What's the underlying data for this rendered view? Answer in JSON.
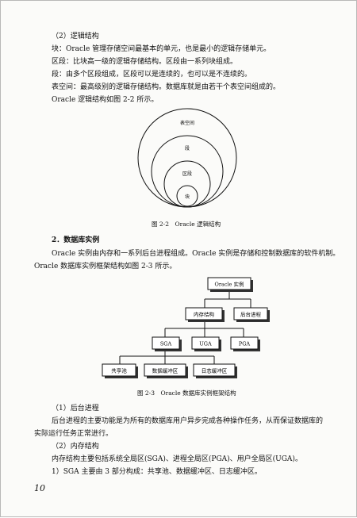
{
  "section2": {
    "heading": "（2）逻辑结构",
    "lines": [
      "块：Oracle 管理存储空间最基本的单元，也是最小的逻辑存储单元。",
      "区段：比块高一级的逻辑存储结构。区段由一系列块组成。",
      "段：由多个区段组成，区段可以是连续的，也可以是不连续的。",
      "表空间：最高级别的逻辑存储结构。数据库就是由若干个表空间组成的。",
      "Oracle 逻辑结构如图 2-2 所示。"
    ]
  },
  "figure2": {
    "circles": [
      "表空间",
      "段",
      "区段",
      "块"
    ],
    "caption": "图 2-2　Oracle 逻辑结构"
  },
  "section_instance": {
    "heading": "2．数据库实例",
    "lines": [
      "Oracle 实例由内存和一系列后台进程组成。Oracle 实例是存储和控制数据库的软件机制。",
      "Oracle 数据库实例框架结构如图 2-3 所示。"
    ]
  },
  "figure3": {
    "root": "Oracle 实例",
    "level1": [
      "内存结构",
      "后台进程"
    ],
    "level2": [
      "SGA",
      "UGA",
      "PGA"
    ],
    "level3": [
      "共享池",
      "数据缓冲区",
      "日志缓冲区"
    ],
    "caption": "图 2-3　Oracle 数据库实例框架结构"
  },
  "bottom": {
    "lines": [
      "（1）后台进程",
      "后台进程的主要功能是为所有的数据库用户异步完成各种操作任务，从而保证数据库的",
      "实际运行任务正常进行。",
      "（2）内存结构",
      "内存结构主要包括系统全局区(SGA)、进程全局区(PGA)、用户全局区(UGA)。",
      "1）SGA 主要由 3 部分构成：共享池、数据缓冲区、日志缓冲区。"
    ]
  },
  "page_number": "10"
}
